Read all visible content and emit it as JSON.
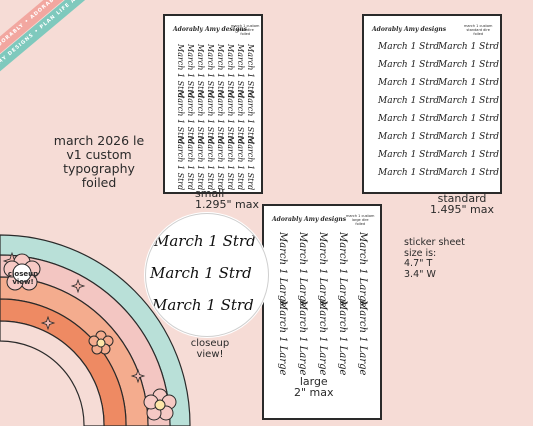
{
  "ribbons": {
    "pink": "PLAN LIFE ADORABLY • ADORABLY AMY DESIGNS • PLAN LIFE ADORABLY •",
    "teal": "ADORABLY AMY DESIGNS • PLAN LIFE ADORABLY • ADORABLY AMY DESIGNS"
  },
  "title": {
    "line1": "march 2026 le",
    "line2": "v1 custom",
    "line3": "typography",
    "line4": "foiled"
  },
  "sheets": {
    "small": {
      "brand": "Adorably Amy designs",
      "meta1": "march 1 custom",
      "meta2": "small dire",
      "meta3": "foiled",
      "sticker_text": "March 1 Strd",
      "label1": "small",
      "label2": "1.295\" max"
    },
    "standard": {
      "brand": "Adorably Amy designs",
      "meta1": "march 1 custom",
      "meta2": "standard dire",
      "meta3": "foiled",
      "sticker_text": "March 1 Strd",
      "label1": "standard",
      "label2": "1.495\" max"
    },
    "large": {
      "brand": "Adorably Amy designs",
      "meta1": "march 1 custom",
      "meta2": "large dire",
      "meta3": "foiled",
      "sticker_text": "March 1 Large",
      "label1": "large",
      "label2": "2\" max"
    }
  },
  "closeup": {
    "lens_text": "March 1 Strd",
    "badge_line1": "closeup",
    "badge_line2": "view!",
    "caption1": "closeup",
    "caption2": "view!"
  },
  "sheet_size": {
    "line1": "sticker sheet",
    "line2": "size is:",
    "line3": "4.7\" T",
    "line4": "3.4\" W"
  },
  "colors": {
    "background": "#f6dcd6",
    "rainbow_teal": "#b9e0d8",
    "rainbow_pink": "#f3c6c2",
    "rainbow_peach": "#f4ac8e",
    "rainbow_orange": "#ee8a63",
    "ribbon_pink": "#f2a7a0",
    "ribbon_teal": "#7fc9bd"
  }
}
